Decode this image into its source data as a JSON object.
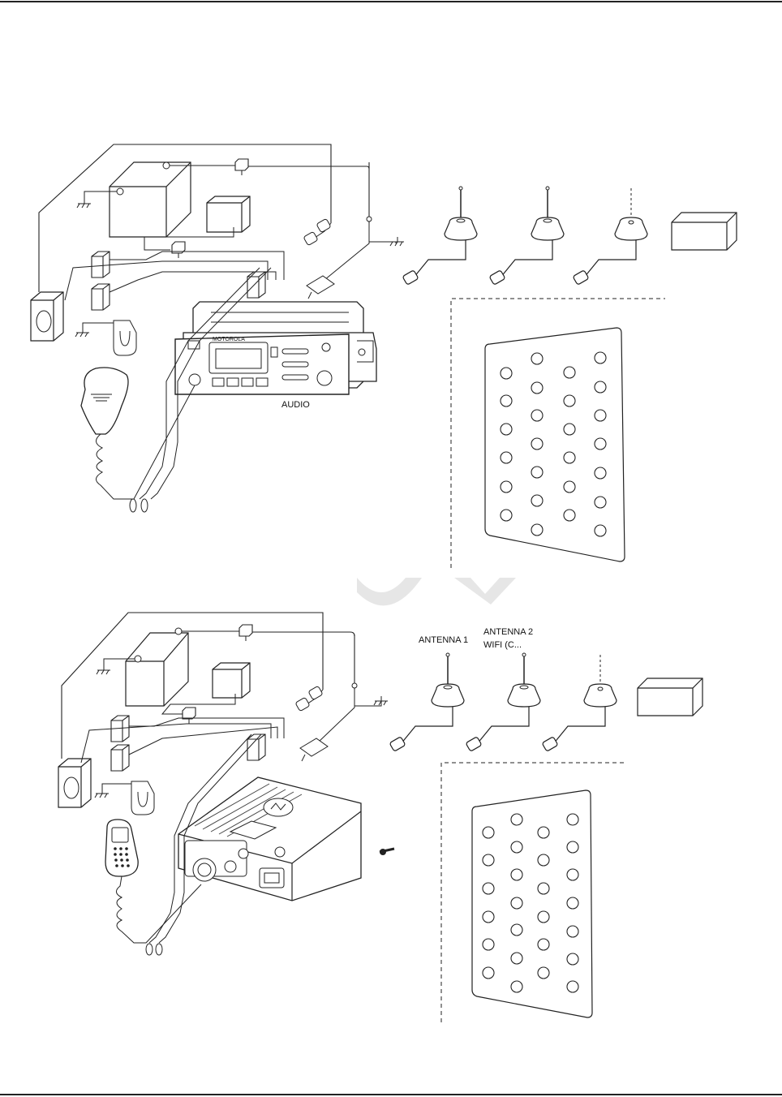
{
  "diagram_top": {
    "audio_label": "AUDIO",
    "brand_text": "MOTOROLA"
  },
  "diagram_bottom": {
    "antenna1_label": "ANTENNA 1",
    "antenna2_label_line1": "ANTENNA 2",
    "antenna2_label_line2": "WIFI (C..."
  },
  "watermark_text": "DRAFT"
}
